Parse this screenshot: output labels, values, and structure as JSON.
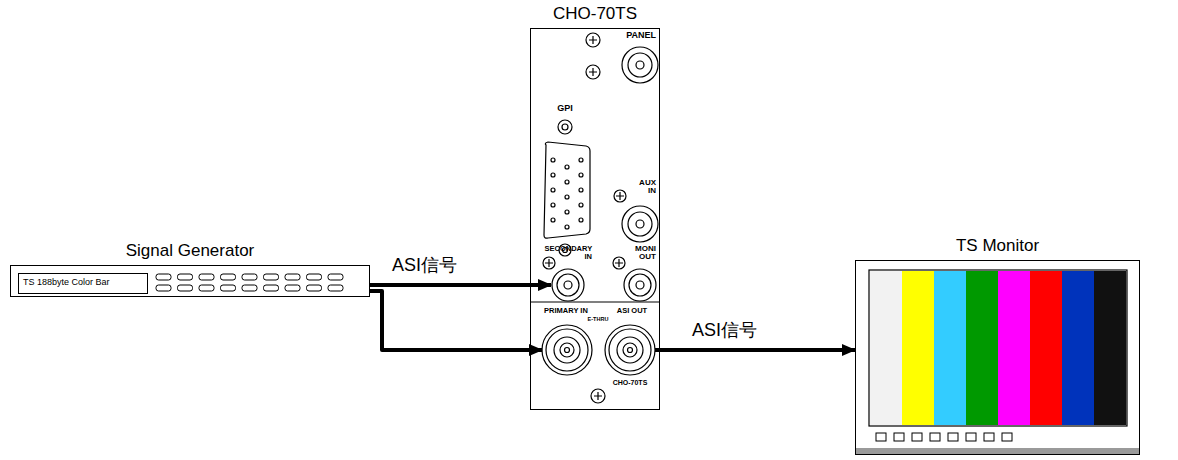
{
  "diagram": {
    "nodes": [
      {
        "text": [
          "Signal Generator"
        ]
      },
      {
        "text": [
          "TS 188byte Color Bar"
        ],
        "in": 0
      },
      {
        "text": [
          "CHO-70TS"
        ]
      },
      {
        "text": [
          "TS Monitor"
        ]
      }
    ],
    "edges": [
      {
        "from": 0,
        "to": 2,
        "label": "ASI信号",
        "arrow": "to"
      },
      {
        "from": 0,
        "to": 2,
        "arrow": "to"
      },
      {
        "from": 2,
        "to": 3,
        "label": "ASI信号",
        "arrow": "to"
      }
    ],
    "labels": [
      "PANEL",
      "GPI",
      "AUX IN",
      "SECONDARY IN",
      "MONI OUT",
      "PRIMARY IN",
      "E-THRU",
      "ASI OUT",
      "CHO-70TS"
    ]
  }
}
